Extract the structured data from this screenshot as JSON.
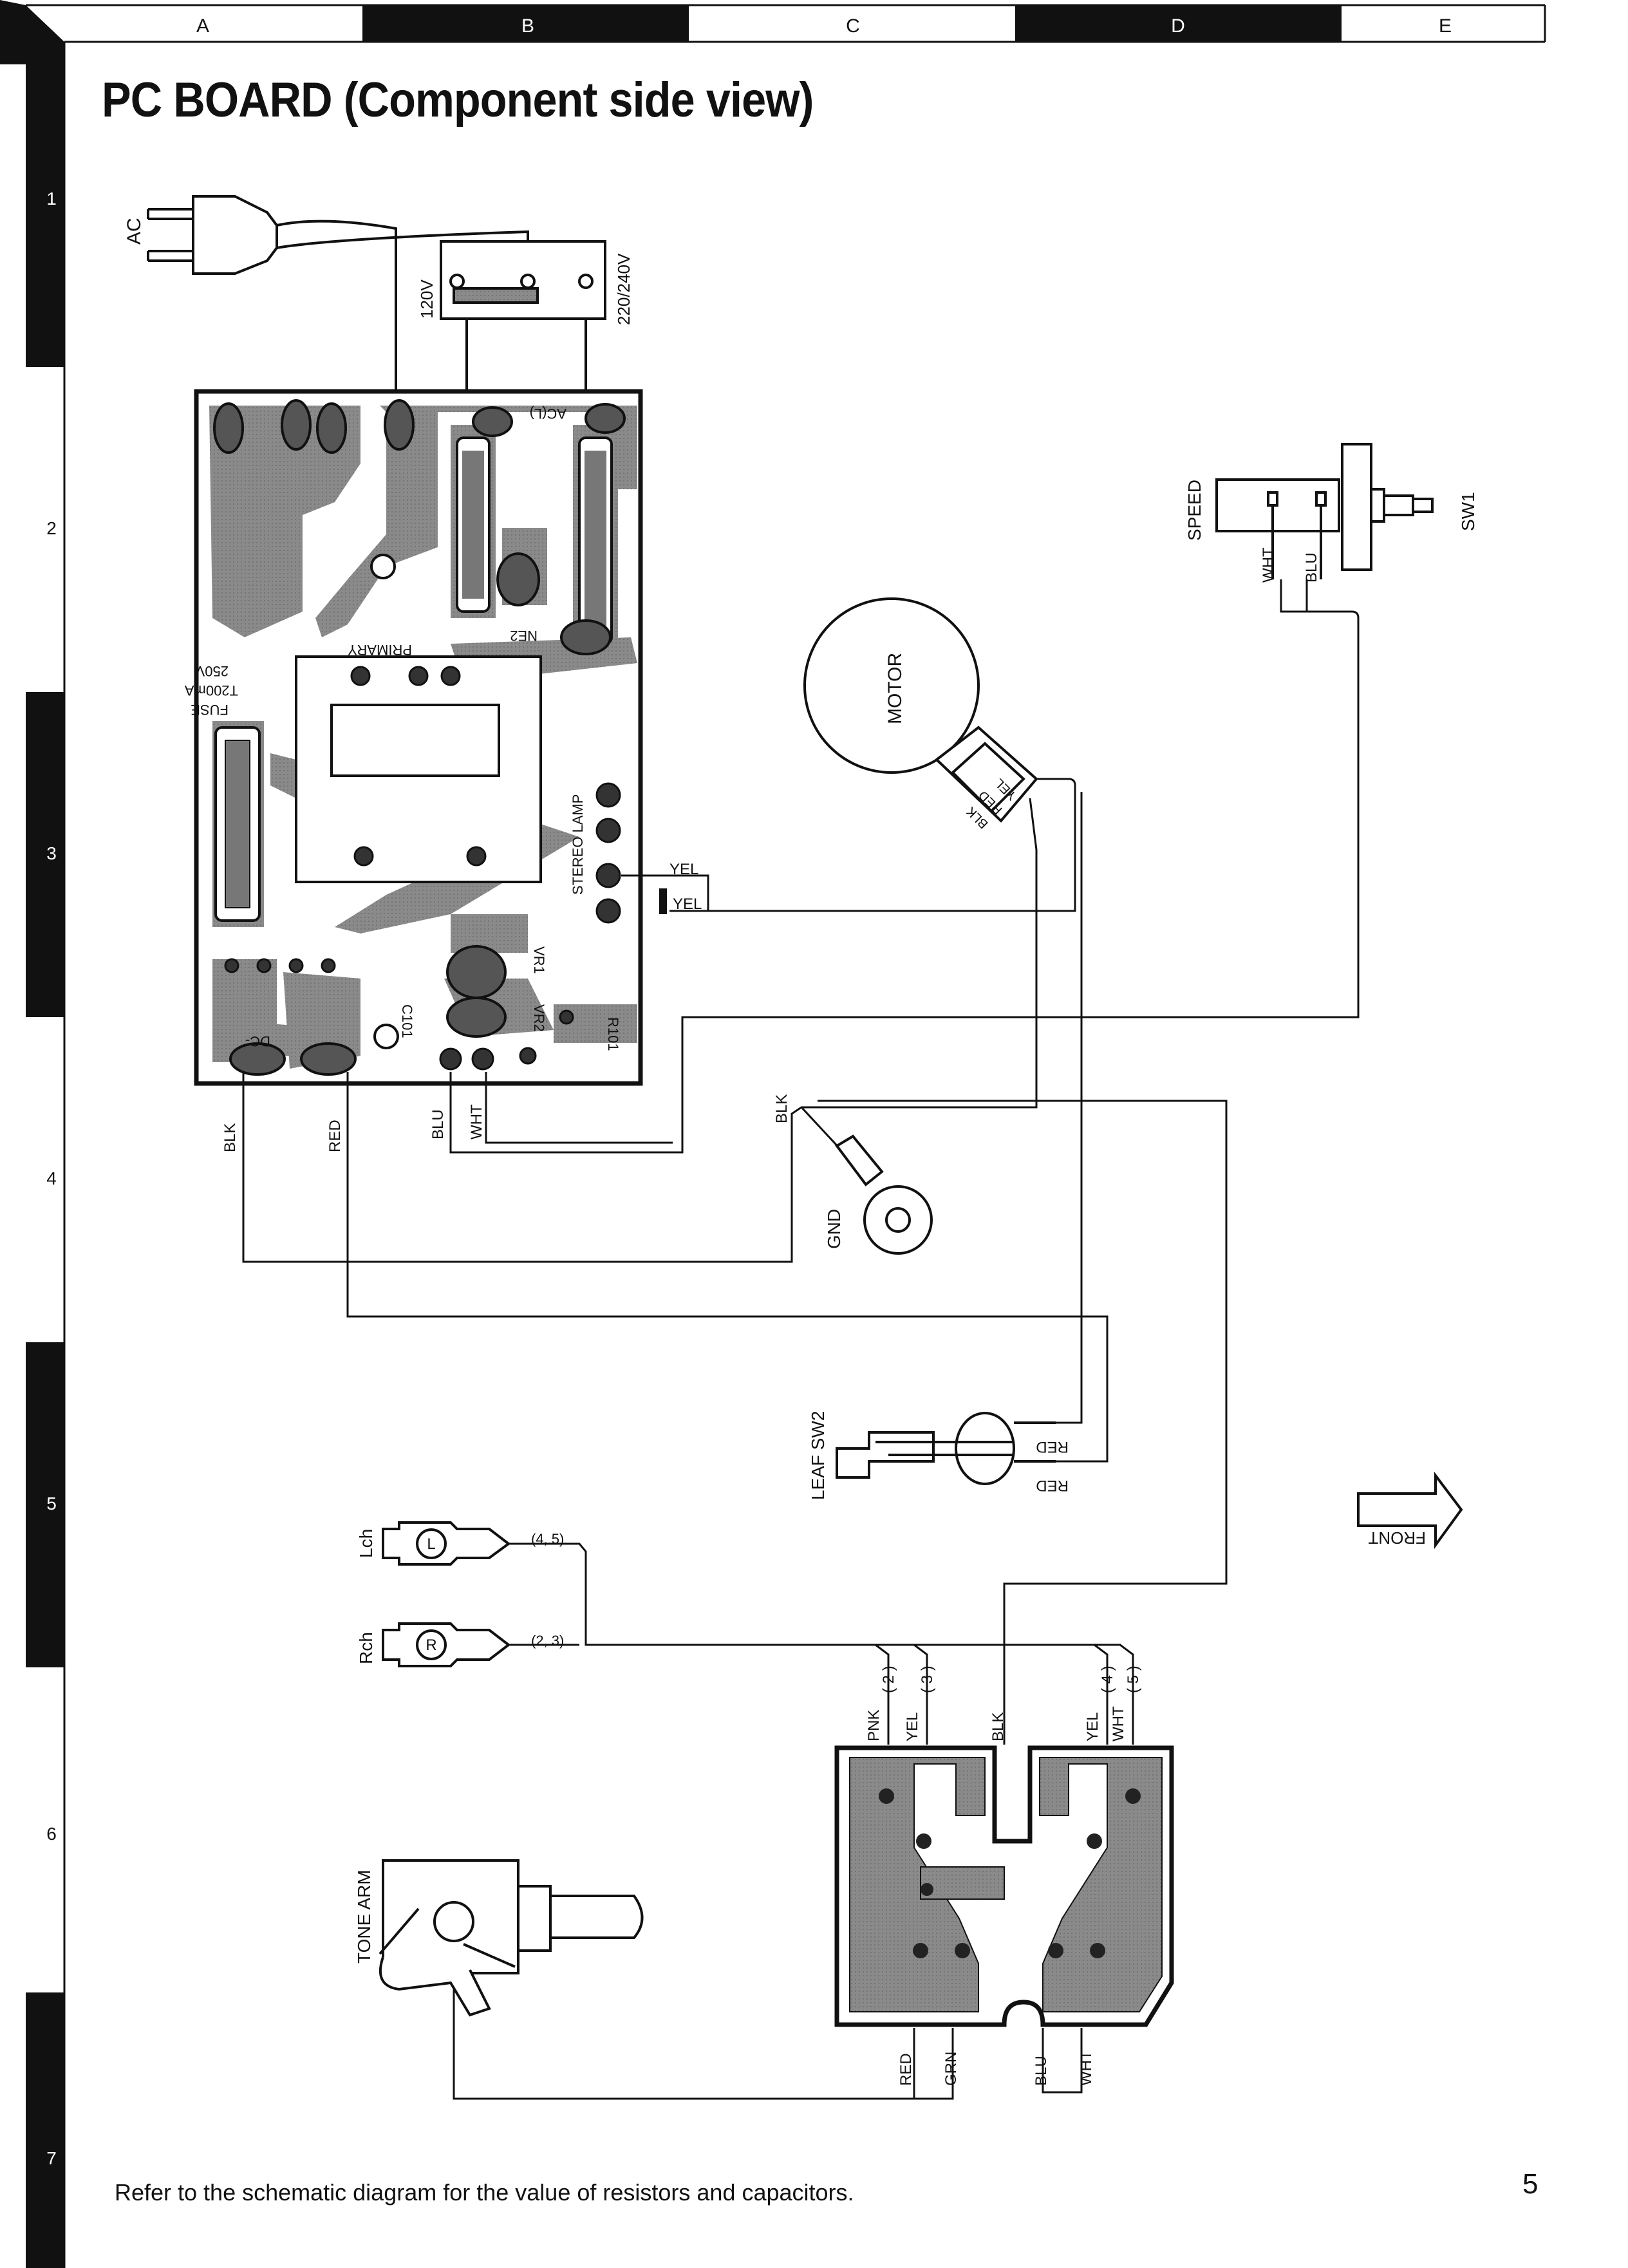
{
  "page": {
    "title": "PC BOARD (Component side view)",
    "footnote": "Refer to the schematic diagram for the value of resistors and capacitors.",
    "page_number": "5"
  },
  "grid": {
    "columns": [
      "A",
      "B",
      "C",
      "D",
      "E"
    ],
    "rows": [
      "1",
      "2",
      "3",
      "4",
      "5",
      "6",
      "7"
    ]
  },
  "components": {
    "ac_plug": "AC",
    "voltage_selector": {
      "low": "120V",
      "high": "220/240V"
    },
    "motor": "MOTOR",
    "speed_switch": {
      "label": "SPEED",
      "ref": "SW1"
    },
    "ground": "GND",
    "leaf_switch": "LEAF SW2",
    "lch": "Lch",
    "rch": "Rch",
    "lch_pins": "(4, 5)",
    "rch_pins": "(2, 3)",
    "tone_arm": "TONE ARM",
    "front": "FRONT",
    "lch_symbol": "L",
    "rch_symbol": "R"
  },
  "board_labels": {
    "fuse": "FUSE",
    "fuse_rating": "T200mA",
    "fuse_voltage": "250V",
    "primary": "PRIMARY",
    "ne2": "NE2",
    "ac_l": "AC(L)",
    "c101": "C101",
    "r101": "R101",
    "vr1": "VR1",
    "vr2": "VR2",
    "stereo_lamp": "STEREO LAMP",
    "dc": "DC-"
  },
  "wires": {
    "blk": "BLK",
    "red": "RED",
    "blu": "BLU",
    "wht": "WHT",
    "yel": "YEL",
    "grn": "GRN",
    "pnk": "PNK",
    "motor_yel": "YEL",
    "motor_red": "RED",
    "motor_blk": "BLK",
    "pin_2": "( 2 )",
    "pin_3": "( 3 )",
    "pin_4": "( 4 )",
    "pin_5": "( 5 )"
  }
}
